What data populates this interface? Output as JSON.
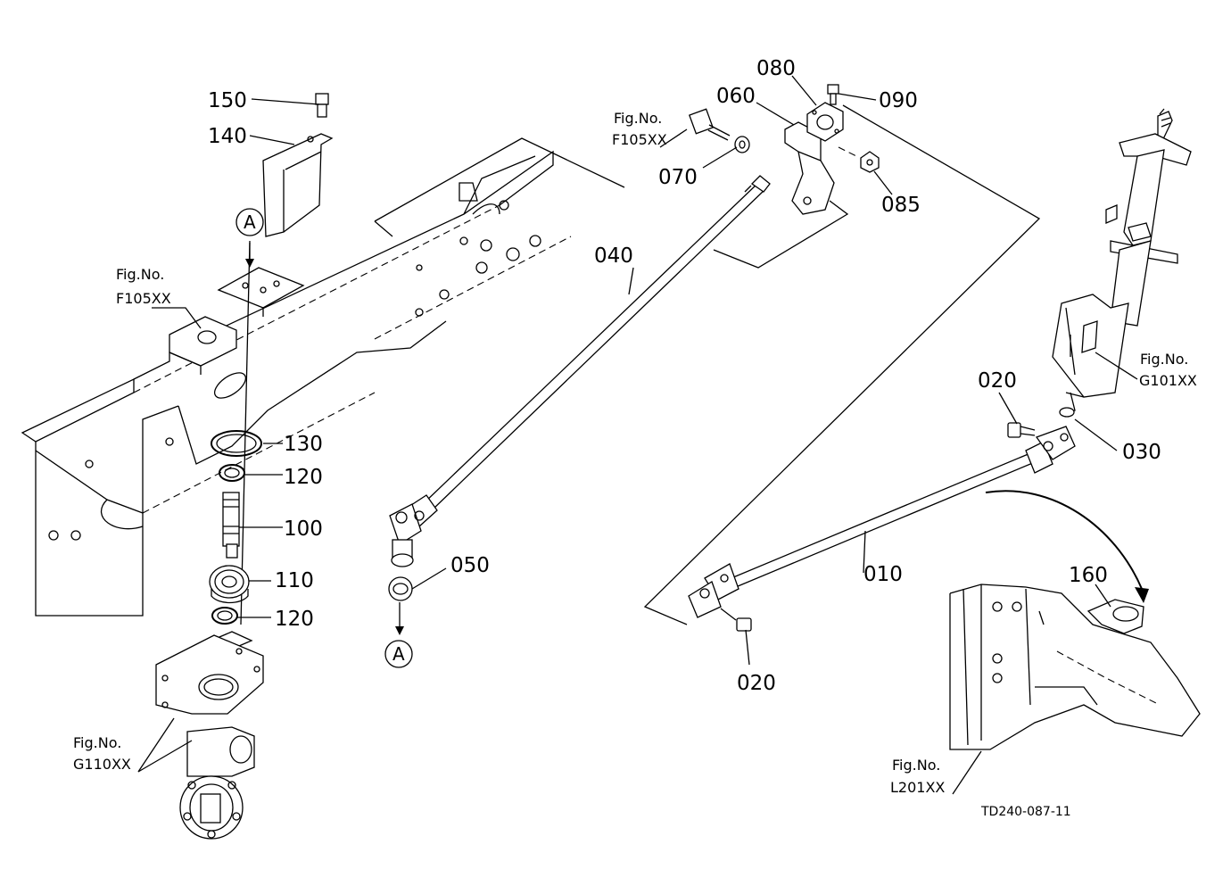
{
  "parts": {
    "p150": "150",
    "p140": "140",
    "p130": "130",
    "p120a": "120",
    "p100": "100",
    "p110": "110",
    "p120b": "120",
    "p040": "040",
    "p050": "050",
    "p080": "080",
    "p060": "060",
    "p090": "090",
    "p070": "070",
    "p085": "085",
    "p020a": "020",
    "p030": "030",
    "p010": "010",
    "p020b": "020",
    "p160": "160"
  },
  "figure_refs": {
    "label": "Fig.No.",
    "left": "F105XX",
    "top": "F105XX",
    "right": "G101XX",
    "bottom_left": "G110XX",
    "bottom_right": "L201XX"
  },
  "markers": {
    "top": "A",
    "bottom": "A"
  },
  "drawing_number": "TD240-087-11"
}
